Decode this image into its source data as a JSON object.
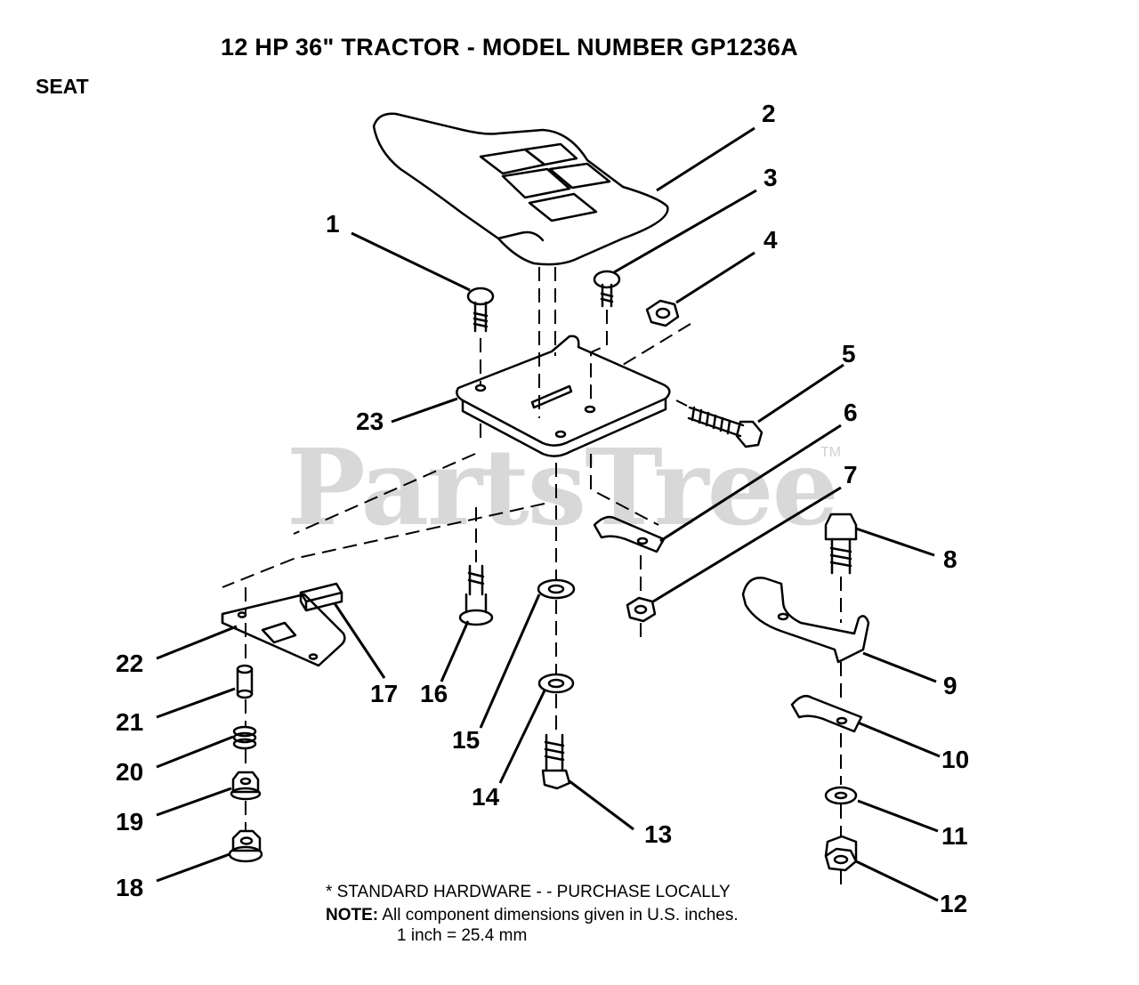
{
  "title": "12 HP  36\"  TRACTOR  - MODEL NUMBER GP1236A",
  "section": "SEAT",
  "watermark": "PartsTree",
  "watermark_tm": "TM",
  "callouts": [
    "1",
    "2",
    "3",
    "4",
    "5",
    "6",
    "7",
    "8",
    "9",
    "10",
    "11",
    "12",
    "13",
    "14",
    "15",
    "16",
    "17",
    "18",
    "19",
    "20",
    "21",
    "22",
    "23"
  ],
  "footnotes": {
    "standard_hardware": "* STANDARD HARDWARE - - PURCHASE LOCALLY",
    "note_label": "NOTE:",
    "note_text": "All component dimensions given in U.S. inches.",
    "conversion": "1 inch = 25.4 mm"
  }
}
